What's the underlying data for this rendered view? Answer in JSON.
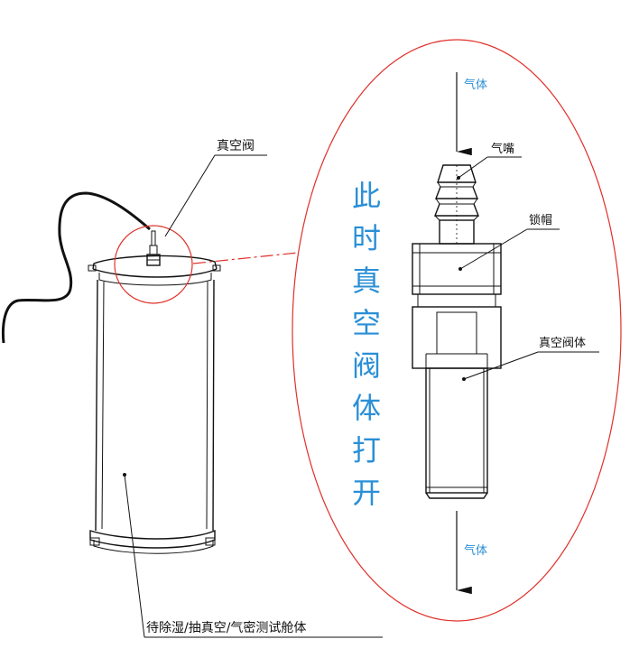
{
  "labels": {
    "vacuum_valve": "真空阀",
    "gas_top": "气体",
    "gas_nozzle": "气嘴",
    "lock_cap": "锁帽",
    "valve_body": "真空阀体",
    "gas_bottom": "气体",
    "chamber": "待除湿/抽真空/气密测试舱体"
  },
  "vertical_text": [
    "此",
    "时",
    "真",
    "空",
    "阀",
    "体",
    "打",
    "开"
  ],
  "colors": {
    "ellipse": "#e0302a",
    "text_blue": "#2a8fd6",
    "line": "#111111"
  }
}
